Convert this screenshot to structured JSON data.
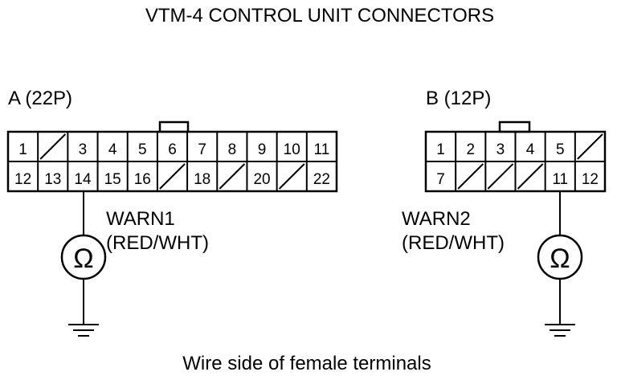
{
  "title": "VTM-4 CONTROL UNIT CONNECTORS",
  "footer": "Wire side of female terminals",
  "connector_a": {
    "label": "A (22P)",
    "row1": [
      "1",
      "",
      "3",
      "4",
      "5",
      "6",
      "7",
      "8",
      "9",
      "10",
      "11"
    ],
    "row2": [
      "12",
      "13",
      "14",
      "15",
      "16",
      "",
      "18",
      "",
      "20",
      "",
      "22"
    ],
    "unused_row1": [
      1
    ],
    "unused_row2": [
      5,
      7,
      9
    ]
  },
  "connector_b": {
    "label": "B (12P)",
    "row1": [
      "1",
      "2",
      "3",
      "4",
      "5",
      ""
    ],
    "row2": [
      "7",
      "",
      "",
      "",
      "11",
      "12"
    ],
    "unused_row1": [
      5
    ],
    "unused_row2": [
      1,
      2,
      3
    ]
  },
  "warn1": {
    "signal": "WARN1",
    "color": "(RED/WHT)",
    "symbol": "Ω"
  },
  "warn2": {
    "signal": "WARN2",
    "color": "(RED/WHT)",
    "symbol": "Ω"
  }
}
